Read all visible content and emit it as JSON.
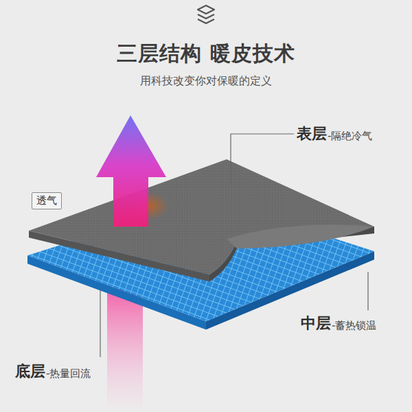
{
  "diagram": {
    "title": "三层结构 暖皮技术",
    "caption": "用科技改变你对保暖的定义",
    "nodes": [
      {
        "text": [
          "透气"
        ]
      }
    ],
    "labels": [
      "表层",
      "-隔绝冷气",
      "中层",
      "-蓄热锁温",
      "底层",
      "-热量回流"
    ]
  }
}
